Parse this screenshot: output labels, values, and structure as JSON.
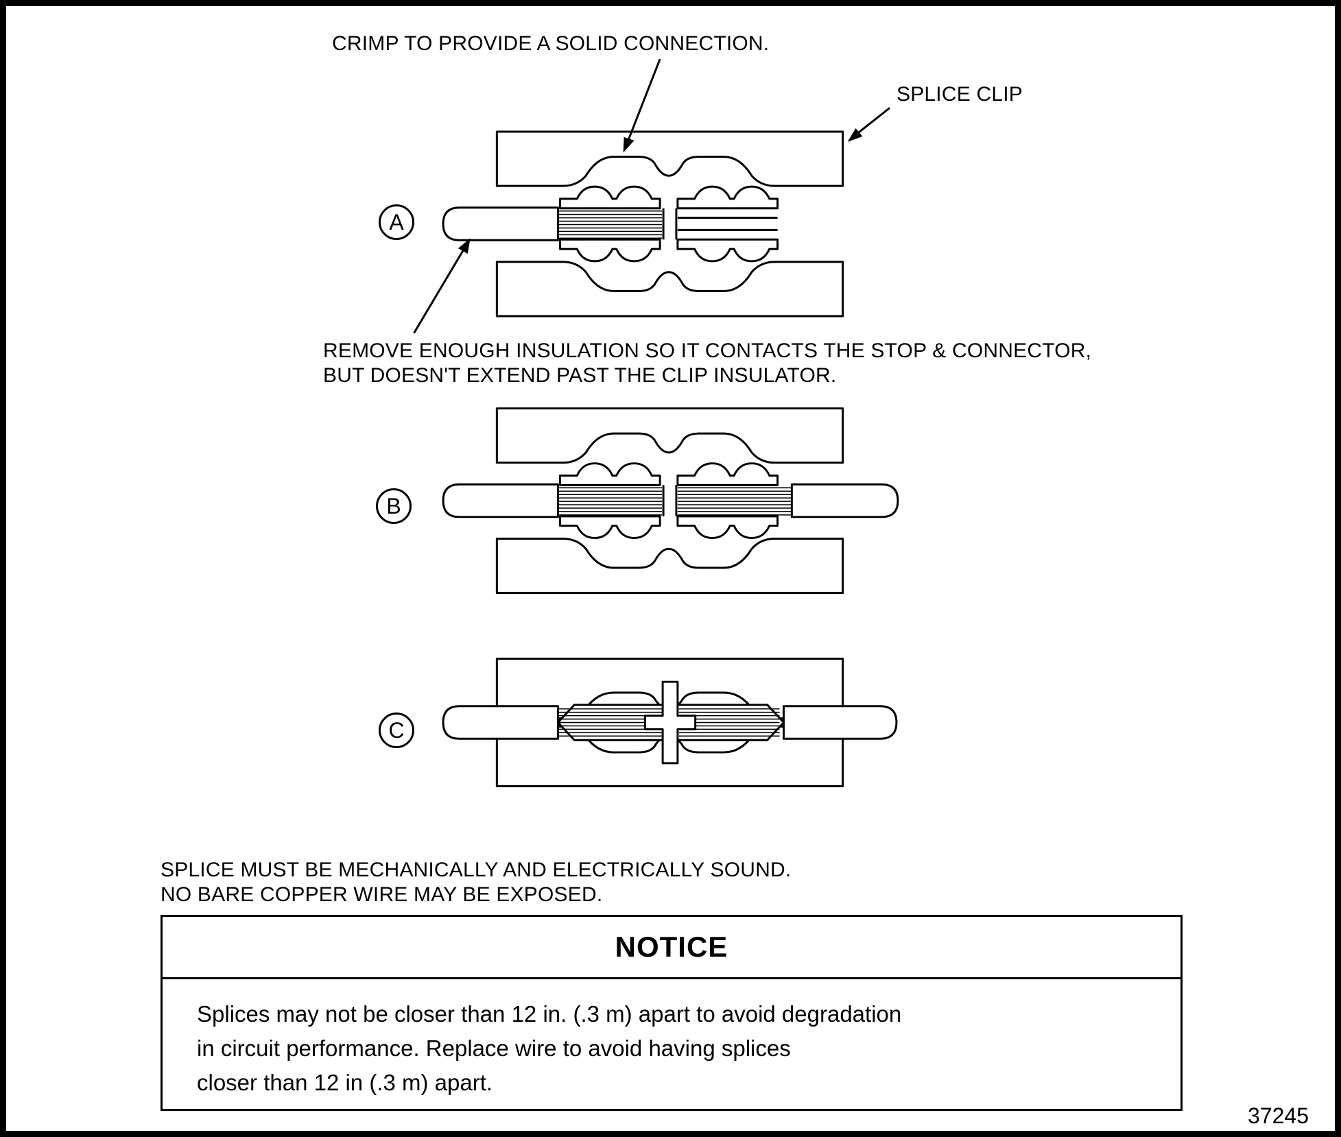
{
  "figure": {
    "number": "37245",
    "labels": {
      "crimp": "CRIMP TO PROVIDE A SOLID CONNECTION.",
      "splice_clip": "SPLICE CLIP",
      "remove_insulation_line1": "REMOVE ENOUGH INSULATION SO IT CONTACTS THE STOP & CONNECTOR,",
      "remove_insulation_line2": "BUT DOESN'T EXTEND PAST THE CLIP INSULATOR.",
      "step_a": "A",
      "step_b": "B",
      "step_c": "C",
      "sound_line1": "SPLICE MUST BE MECHANICALLY AND ELECTRICALLY SOUND.",
      "sound_line2": "NO BARE COPPER WIRE MAY BE EXPOSED."
    },
    "notice": {
      "title": "NOTICE",
      "line1": "Splices may not be closer than 12 in. (.3 m) apart to avoid degradation",
      "line2": "in circuit performance. Replace wire to avoid having splices",
      "line3": "closer than 12 in (.3 m) apart."
    }
  }
}
